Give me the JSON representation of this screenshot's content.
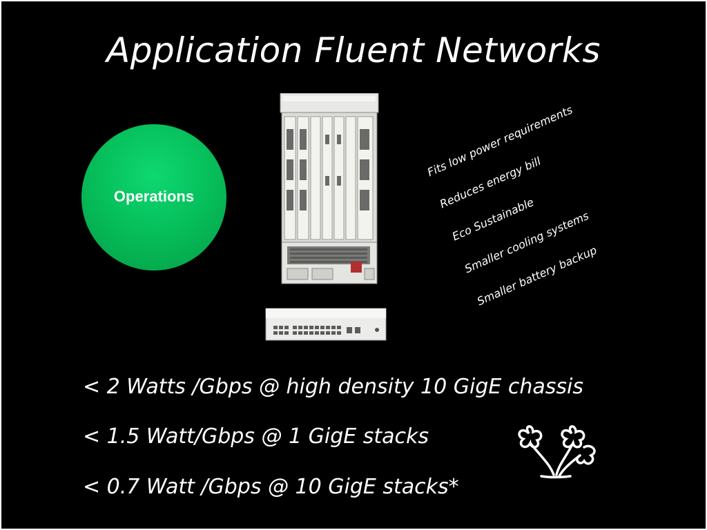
{
  "slide": {
    "title": "Application Fluent Networks",
    "circle_label": "Operations",
    "benefits": [
      "Fits low power requirements",
      "Reduces  energy bill",
      "Eco Sustainable",
      "Smaller cooling systems",
      "Smaller battery backup"
    ],
    "bullets": [
      "< 2 Watts /Gbps @ high density 10 GigE chassis",
      "< 1.5 Watt/Gbps @ 1 GigE stacks",
      "< 0.7 Watt /Gbps @ 10 GigE stacks*"
    ],
    "colors": {
      "background": "#000000",
      "circle": "#06c05c",
      "text": "#ffffff"
    },
    "icons": [
      "chassis-switch-image",
      "stackable-switch-image",
      "clover-eco-icon"
    ]
  }
}
